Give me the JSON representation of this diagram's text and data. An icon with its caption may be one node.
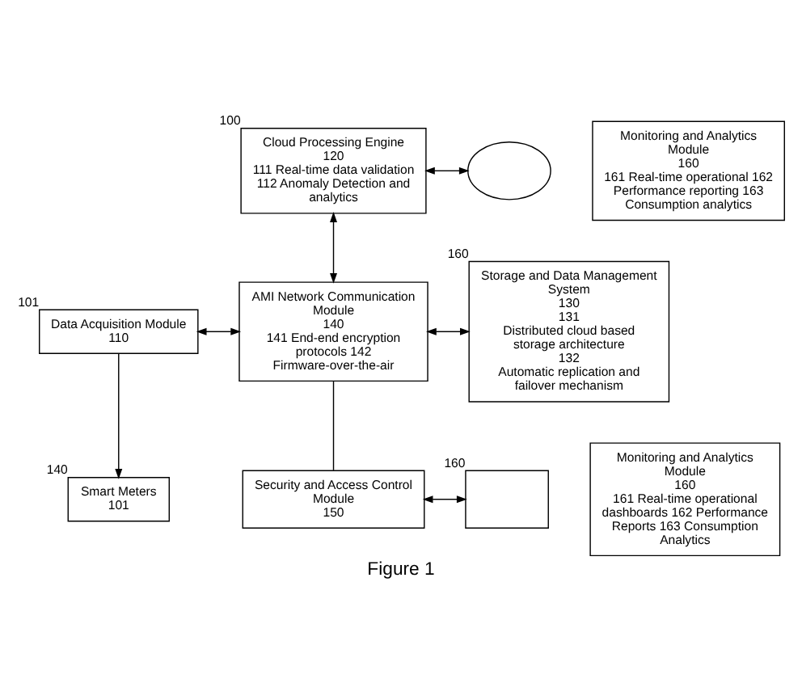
{
  "diagram": {
    "caption": "Figure 1",
    "nodes": [
      {
        "text": [
          "Data Acquisition Module",
          "110"
        ],
        "beside": [
          "101"
        ]
      },
      {
        "text": [
          "Cloud Processing Engine",
          "120",
          "111 Real-time data validation 112 Anomaly Detection and analytics"
        ],
        "beside": [
          "100"
        ]
      },
      {
        "text": [],
        "shape": "cloud"
      },
      {
        "text": [
          "Monitoring and Analytics Module",
          "160",
          "161 Real-time operational 162 Performance reporting 163 Consumption analytics"
        ]
      },
      {
        "text": [
          "AMI Network Communication Module",
          "140",
          "141 End-end encryption protocols 142 Firmware-over-the-air"
        ]
      },
      {
        "text": [
          "Storage and Data Management System",
          "130",
          "131",
          "Distributed cloud based storage architecture",
          "132",
          "Automatic replication and failover mechanism"
        ],
        "beside": [
          "160"
        ]
      },
      {
        "text": [
          "Smart Meters",
          "101"
        ],
        "beside": [
          "140"
        ]
      },
      {
        "text": [
          "Security and Access Control Module",
          "150"
        ]
      },
      {
        "text": [],
        "shape": "box",
        "beside": [
          "160"
        ]
      },
      {
        "text": [
          "Monitoring and Analytics Module",
          "160",
          "161 Real-time operational dashboards 162 Performance Reports 163 Consumption Analytics"
        ]
      }
    ],
    "edges": [
      {
        "from": 1,
        "to": 2,
        "arrow": "both"
      },
      {
        "from": 0,
        "to": 4,
        "arrow": "both"
      },
      {
        "from": 1,
        "to": 4,
        "arrow": "both"
      },
      {
        "from": 4,
        "to": 5,
        "arrow": "both"
      },
      {
        "from": 0,
        "to": 6,
        "arrow": "to"
      },
      {
        "from": 4,
        "to": 7,
        "arrow": "none"
      },
      {
        "from": 7,
        "to": 8,
        "arrow": "both"
      }
    ]
  }
}
